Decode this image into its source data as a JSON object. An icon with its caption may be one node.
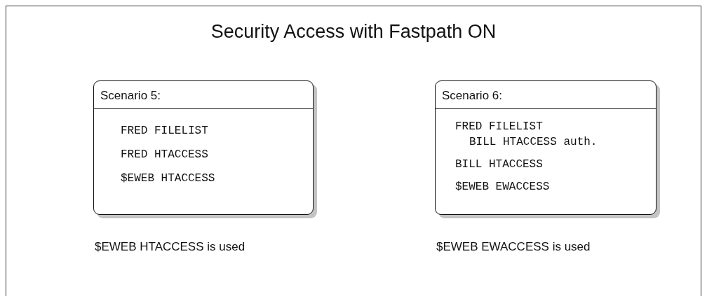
{
  "diagram": {
    "title": "Security Access with Fastpath ON",
    "nodes": [
      {
        "text": [
          "Scenario 5:",
          "FRED FILELIST",
          "FRED HTACCESS",
          "$EWEB HTACCESS"
        ],
        "beside": [
          "$EWEB HTACCESS is used"
        ]
      },
      {
        "text": [
          "Scenario 6:",
          "FRED FILELIST",
          "BILL HTACCESS auth.",
          "BILL HTACCESS",
          "$EWEB EWACCESS"
        ],
        "beside": [
          "$EWEB EWACCESS is used"
        ]
      }
    ],
    "edges": []
  }
}
